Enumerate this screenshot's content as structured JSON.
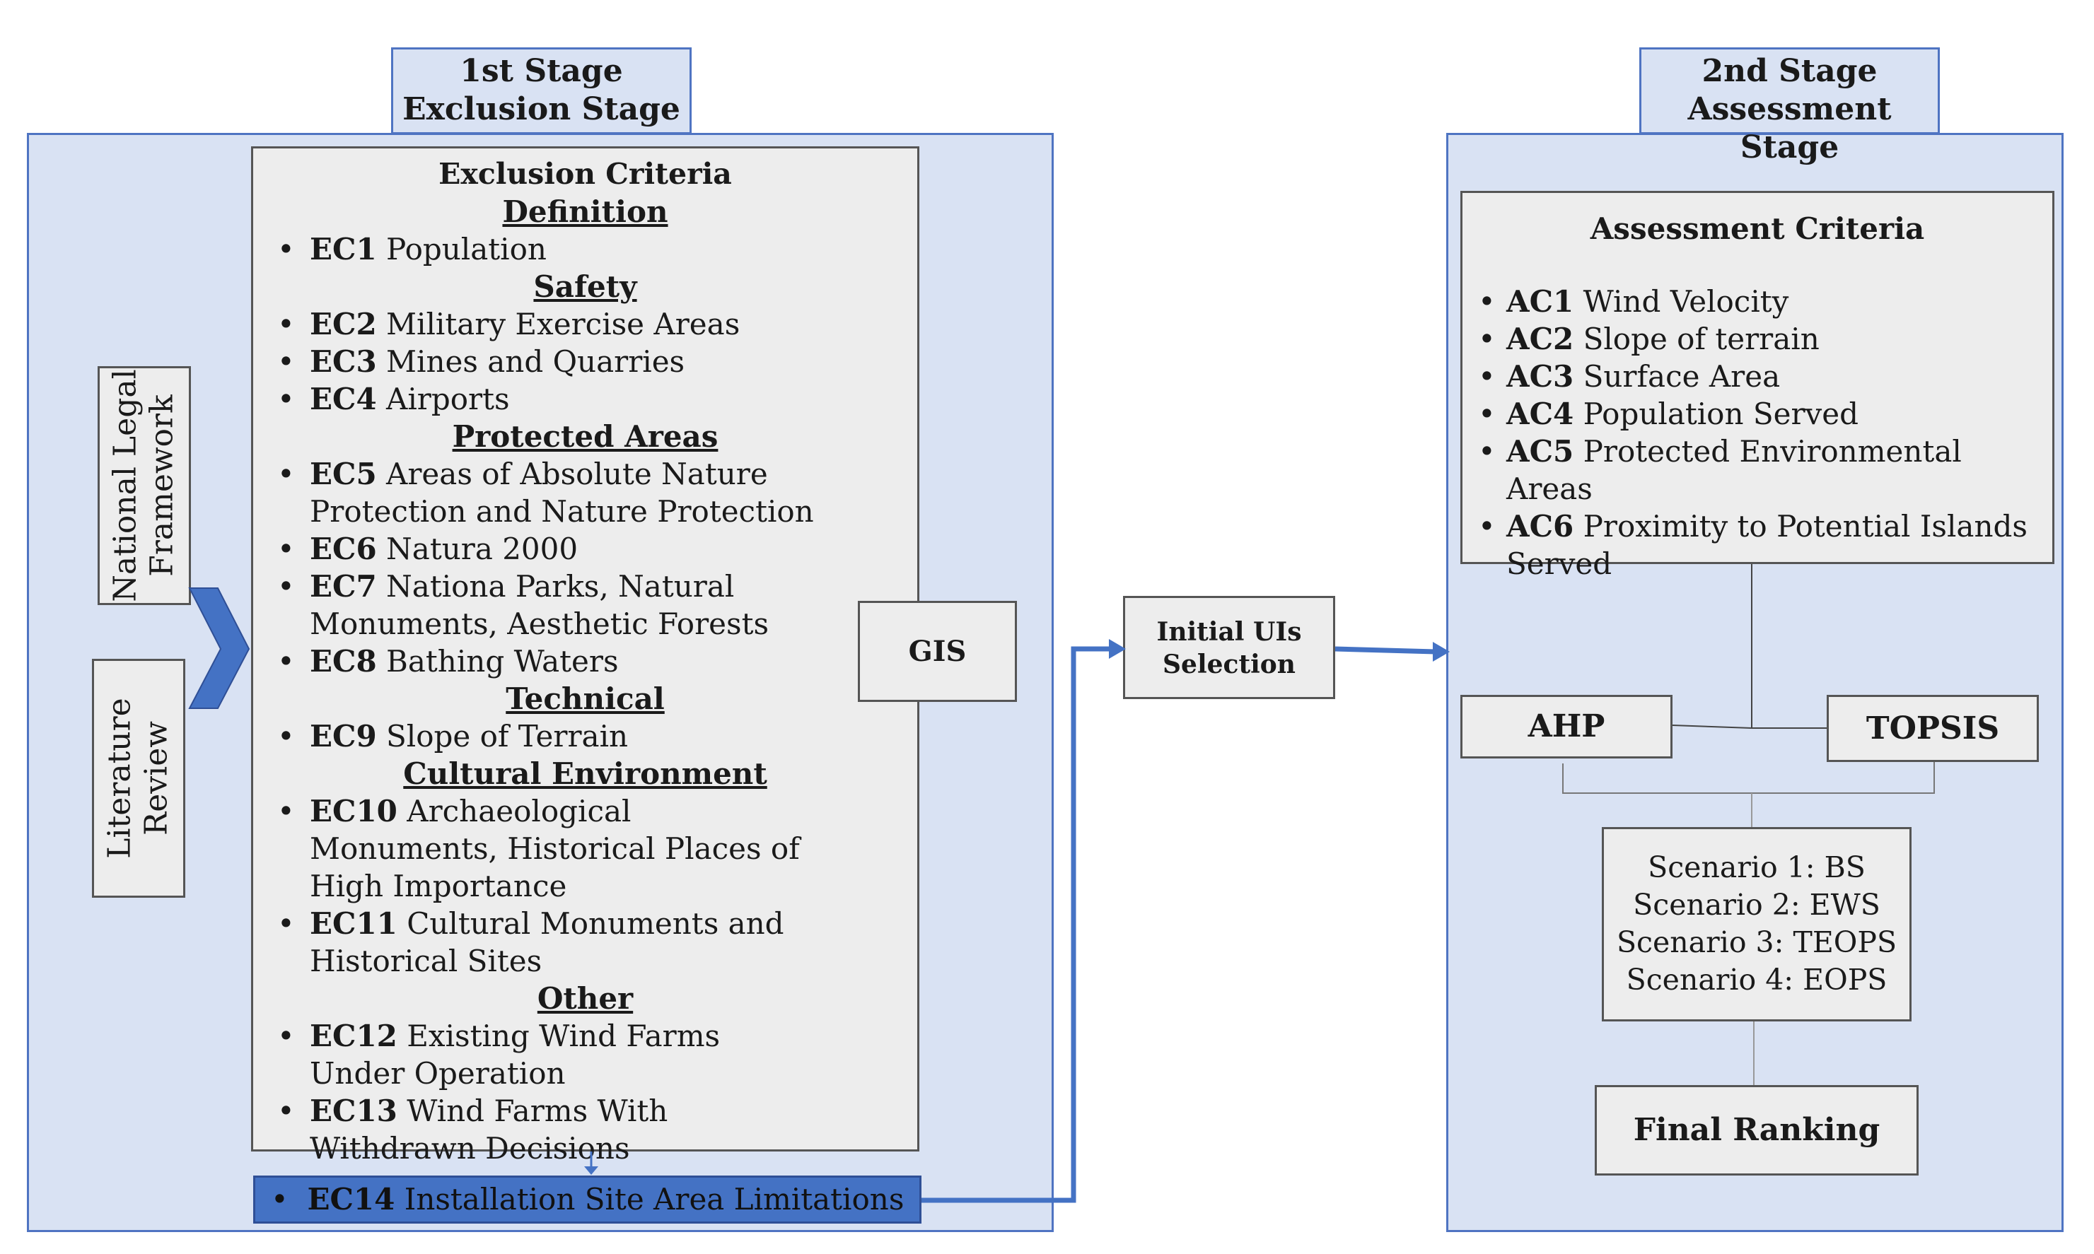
{
  "stage1": {
    "title_line1": "1st Stage",
    "title_line2": "Exclusion Stage"
  },
  "stage2": {
    "title_line1": "2nd Stage",
    "title_line2": "Assessment Stage"
  },
  "sources": {
    "national_legal_line1": "National Legal",
    "national_legal_line2": "Framework",
    "literature_line1": "Literature",
    "literature_line2": "Review"
  },
  "exclusion": {
    "title": "Exclusion Criteria",
    "groups": [
      {
        "heading": "Definition",
        "items": [
          {
            "code": "EC1",
            "text": " Population"
          }
        ]
      },
      {
        "heading": "Safety",
        "items": [
          {
            "code": "EC2",
            "text": " Military Exercise Areas"
          },
          {
            "code": "EC3",
            "text": " Mines and Quarries"
          },
          {
            "code": "EC4",
            "text": " Airports"
          }
        ]
      },
      {
        "heading": "Protected Areas",
        "items": [
          {
            "code": "EC5",
            "text": " Areas of Absolute Nature Protection and Nature Protection"
          },
          {
            "code": "EC6",
            "text": " Natura 2000"
          },
          {
            "code": "EC7",
            "text": " Nationa Parks, Natural Monuments, Aesthetic Forests"
          },
          {
            "code": "EC8",
            "text": " Bathing Waters"
          }
        ]
      },
      {
        "heading": "Technical",
        "items": [
          {
            "code": "EC9",
            "text": " Slope of Terrain"
          }
        ]
      },
      {
        "heading": "Cultural Environment",
        "items": [
          {
            "code": "EC10",
            "text": " Archaeological Monuments, Historical Places  of High Importance"
          },
          {
            "code": "EC11",
            "text": " Cultural Monuments and Historical Sites"
          }
        ]
      },
      {
        "heading": "Other",
        "items": [
          {
            "code": "EC12",
            "text": " Existing Wind Farms Under Operation"
          },
          {
            "code": "EC13",
            "text": " Wind Farms With Withdrawn Decisions"
          }
        ]
      }
    ],
    "ec14_code": "EC14",
    "ec14_text": " Installation Site Area Limitations"
  },
  "gis": "GIS",
  "initial": {
    "line1": "Initial UIs",
    "line2": "Selection"
  },
  "assessment": {
    "title": "Assessment Criteria",
    "items": [
      {
        "code": "AC1",
        "text": " Wind Velocity"
      },
      {
        "code": "AC2",
        "text": " Slope of terrain"
      },
      {
        "code": "AC3",
        "text": " Surface Area"
      },
      {
        "code": "AC4",
        "text": " Population Served"
      },
      {
        "code": "AC5",
        "text": " Protected Environmental Areas"
      },
      {
        "code": "AC6",
        "text": " Proximity to Potential Islands Served"
      }
    ]
  },
  "methods": {
    "ahp": "AHP",
    "topsis": "TOPSIS"
  },
  "scenarios": [
    "Scenario 1: BS",
    "Scenario 2: EWS",
    "Scenario 3: TEOPS",
    "Scenario 4: EOPS"
  ],
  "final": "Final Ranking",
  "colors": {
    "panel": "#d9e2f3",
    "border": "#4f74c2",
    "box": "#ededed",
    "arrow": "#4472c4"
  }
}
